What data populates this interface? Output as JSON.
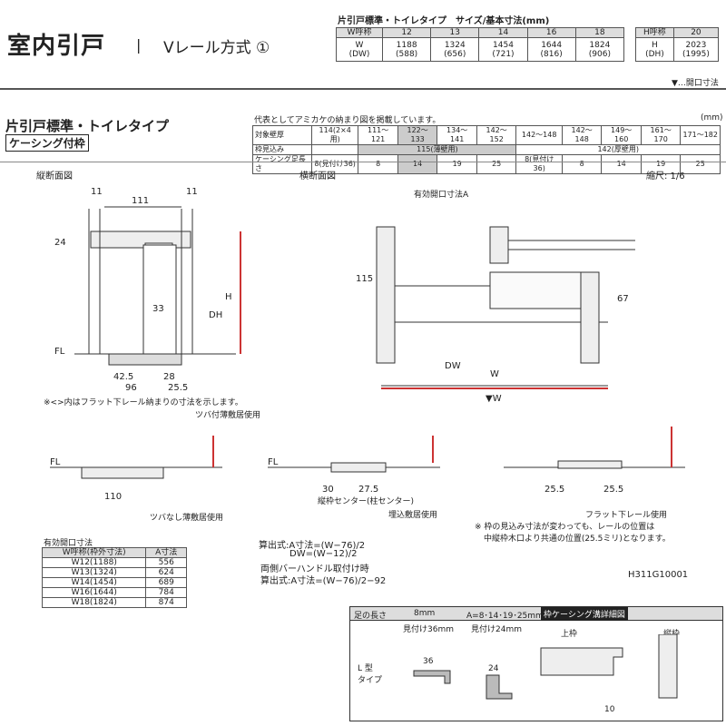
{
  "header": {
    "title": "室内引戸",
    "separator": "|",
    "subtitle": "Vレール方式 ①",
    "size_table_caption": "片引戸標準・トイレタイプ　サイズ/基本寸法(mm)",
    "w_header": "W呼称",
    "w_cols": [
      "12",
      "13",
      "14",
      "16",
      "18"
    ],
    "w_row_label": "W\n(DW)",
    "w_values": [
      "1188\n(588)",
      "1324\n(656)",
      "1454\n(721)",
      "1644\n(816)",
      "1824\n(906)"
    ],
    "h_header": "H呼称",
    "h_col": "20",
    "h_row_label": "H\n(DH)",
    "h_value": "2023\n(1995)",
    "legend_note": "▼…開口寸法"
  },
  "section": {
    "heading": "片引戸標準・トイレタイプ",
    "badge": "ケーシング付枠",
    "table_note": "代表としてアミカケの納まり図を掲載しています。",
    "unit": "(mm)",
    "rows": [
      {
        "label": "対象壁厚",
        "cells": [
          "114(2×4用)",
          "111〜121",
          "122〜133",
          "134〜141",
          "142〜152",
          "142〜148",
          "142〜148",
          "149〜160",
          "161〜170",
          "171〜182"
        ]
      },
      {
        "label": "枠見込み",
        "cells": [
          "",
          "115(薄壁用)",
          "142(厚壁用)"
        ]
      },
      {
        "label": "ケーシング足長さ",
        "cells": [
          "8(見付け36)",
          "8",
          "14",
          "19",
          "25",
          "8(見付け36)",
          "8",
          "14",
          "19",
          "25"
        ]
      }
    ]
  },
  "drawings": {
    "vertical_label": "縦断面図",
    "horizontal_label": "横断面図",
    "scale": "縮尺: 1/6",
    "flat_note": "※<>内はフラット下レール納まりの寸法を示します。",
    "thin_floor": "ツバ付薄敷居使用",
    "no_flange": "ツバなし薄敷居使用",
    "frame_center": "縦枠センター(柱センター)",
    "buried": "埋込敷居使用",
    "flat_rail": "フラット下レール使用",
    "frame_note_1": "※ 枠の見込み寸法が変わっても、レールの位置は",
    "frame_note_2": "中縦枠木口より共通の位置(25.5ミリ)となります。",
    "effective_width": "有効開口寸法A",
    "code": "H311G10001"
  },
  "opening_table": {
    "title": "有効開口寸法",
    "headers": [
      "W呼称(枠外寸法)",
      "A寸法"
    ],
    "rows": [
      [
        "W12(1188)",
        "556"
      ],
      [
        "W13(1324)",
        "624"
      ],
      [
        "W14(1454)",
        "689"
      ],
      [
        "W16(1644)",
        "784"
      ],
      [
        "W18(1824)",
        "874"
      ]
    ]
  },
  "formulas": {
    "line1": "算出式:A寸法=(W−76)/2",
    "line2": "DW=(W−12)/2",
    "line3": "両側バーハンドル取付け時",
    "line4": "算出式:A寸法=(W−76)/2−92"
  },
  "casing": {
    "header_left": "足の長さ",
    "col1": "8mm",
    "col2": "A=8･14･19･25mm",
    "detail_title": "枠ケーシング溝詳細図",
    "sub1": "見付け36mm",
    "sub2": "見付け24mm",
    "type_label": "L 型\nタイプ",
    "upper_frame": "上枠",
    "vertical_frame": "縦枠"
  }
}
